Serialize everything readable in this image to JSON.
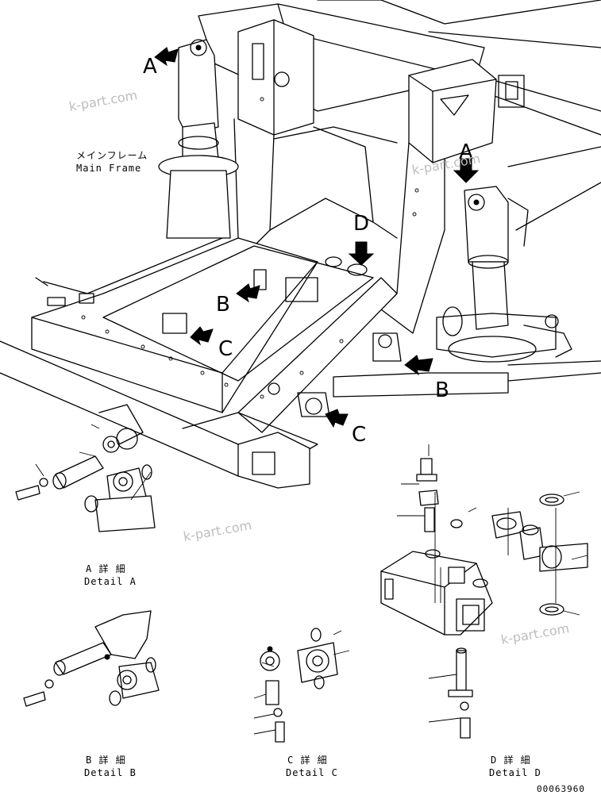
{
  "main_frame_label": {
    "jp": "メインフレーム",
    "en": "Main Frame"
  },
  "callouts": {
    "a1": "A",
    "a2": "A",
    "b1": "B",
    "b2": "B",
    "c1": "C",
    "c2": "C",
    "d1": "D"
  },
  "details": {
    "a": {
      "jp": "A 詳 細",
      "en": "Detail A"
    },
    "b": {
      "jp": "B 詳 細",
      "en": "Detail B"
    },
    "c": {
      "jp": "C 詳 細",
      "en": "Detail C"
    },
    "d": {
      "jp": "D 詳 細",
      "en": "Detail D"
    }
  },
  "watermarks": [
    "k-part.com",
    "k-part.com",
    "k-part.com",
    "k-part.com"
  ],
  "part_number": "00063960"
}
